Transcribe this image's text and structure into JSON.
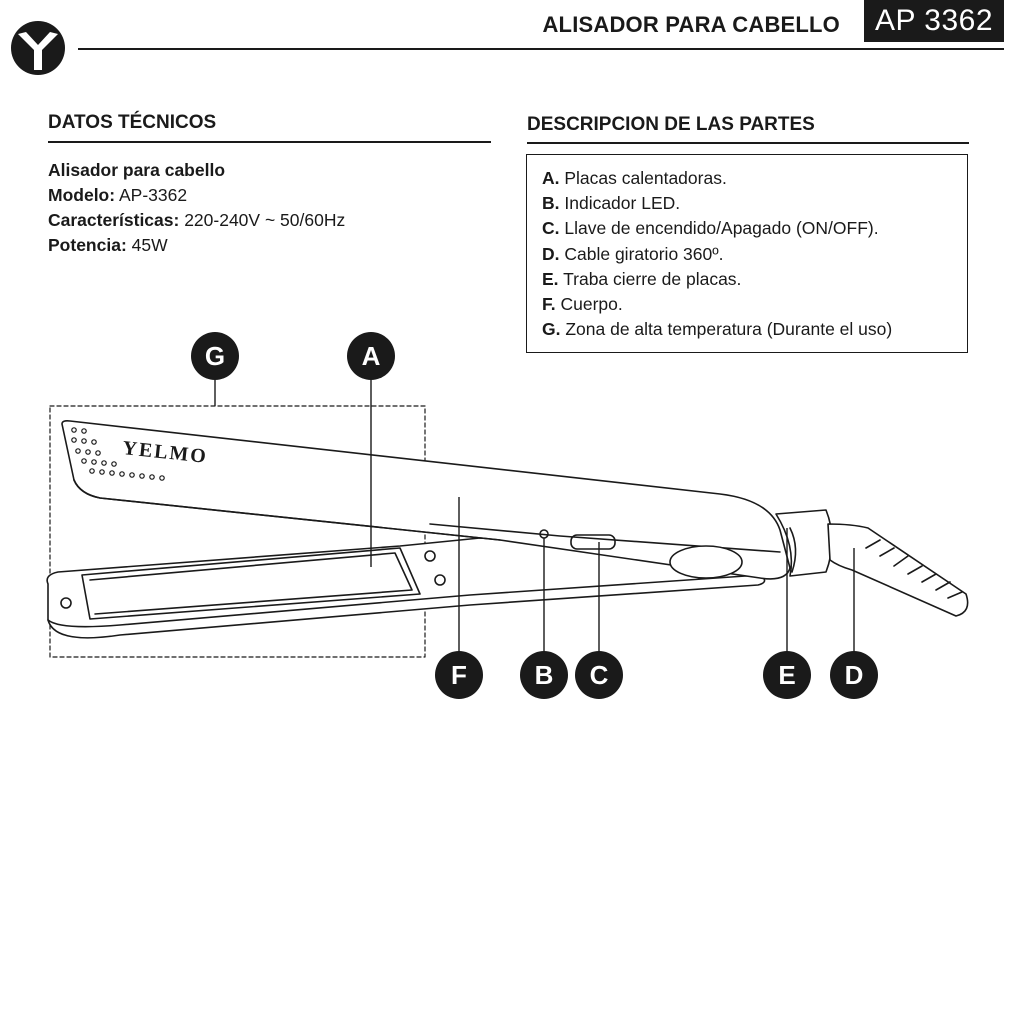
{
  "header": {
    "product_title": "ALISADOR PARA CABELLO",
    "model_badge": "AP 3362",
    "logo_icon": "yelmo-y-logo-icon"
  },
  "technical_data": {
    "title": "DATOS TÉCNICOS",
    "rows": [
      {
        "label": "Alisador para cabello",
        "value": ""
      },
      {
        "label": "Modelo:",
        "value": " AP-3362"
      },
      {
        "label": "Características:",
        "value": " 220-240V ~ 50/60Hz"
      },
      {
        "label": "Potencia:",
        "value": " 45W"
      }
    ]
  },
  "parts": {
    "title": "DESCRIPCION DE LAS PARTES",
    "items": [
      {
        "letter": "A.",
        "text": " Placas calentadoras."
      },
      {
        "letter": "B.",
        "text": " Indicador LED."
      },
      {
        "letter": "C.",
        "text": " Llave de encendido/Apagado (ON/OFF)."
      },
      {
        "letter": "D.",
        "text": " Cable giratorio 360º."
      },
      {
        "letter": "E.",
        "text": " Traba cierre de placas."
      },
      {
        "letter": "F.",
        "text": " Cuerpo."
      },
      {
        "letter": "G.",
        "text": " Zona de alta temperatura (Durante el uso)"
      }
    ]
  },
  "diagram": {
    "brand_text": "YELMO",
    "callouts": [
      "G",
      "A",
      "F",
      "B",
      "C",
      "E",
      "D"
    ]
  },
  "colors": {
    "ink": "#1a1a1a",
    "paper": "#ffffff"
  }
}
